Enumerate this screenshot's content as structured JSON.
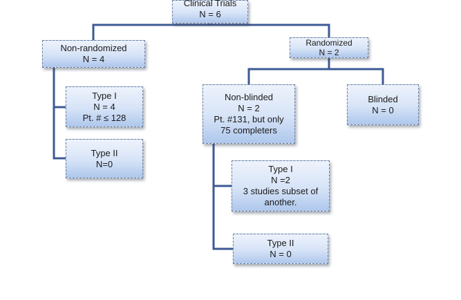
{
  "nodes": {
    "root": {
      "line1": "Clinical Trials",
      "line2": "N = 6"
    },
    "non_randomized": {
      "line1": "Non-randomized",
      "line2": "N = 4"
    },
    "randomized": {
      "line1": "Randomized",
      "line2": "N = 2"
    },
    "nr_type1": {
      "line1": "Type I",
      "line2": "N = 4",
      "line3": "Pt. #  ≤ 128"
    },
    "nr_type2": {
      "line1": "Type II",
      "line2": "N=0"
    },
    "non_blinded": {
      "line1": "Non-blinded",
      "line2": "N = 2",
      "line3": "Pt. #131, but only",
      "line4": "75 completers"
    },
    "blinded": {
      "line1": "Blinded",
      "line2": "N = 0"
    },
    "nb_type1": {
      "line1": "Type I",
      "line2": "N =2",
      "line3": "3 studies subset of",
      "line4": "another."
    },
    "nb_type2": {
      "line1": "Type II",
      "line2": "N = 0"
    }
  },
  "colors": {
    "connector": "#3d5a93",
    "box_border": "#6d7f9c",
    "box_fill_top": "#eef3fc",
    "box_fill_bottom": "#aec7ec"
  }
}
